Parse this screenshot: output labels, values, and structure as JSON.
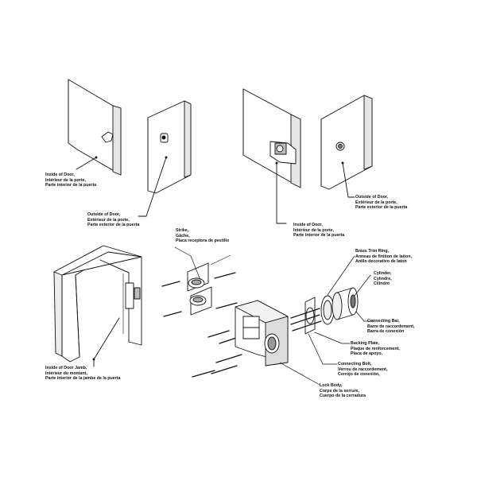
{
  "labels": {
    "inside_door_1": [
      "Inside of Door,",
      "Intérieur de la porte,",
      "Parte interior de la puerta"
    ],
    "outside_door_1": [
      "Outside of Door,",
      "Extérieur de la porte,",
      "Parte exterior de la puerta"
    ],
    "inside_door_2": [
      "Inside of Door,",
      "Intérieur de la porte,",
      "Parte interior de la puerta"
    ],
    "outside_door_2": [
      "Outside of Door,",
      "Extérieur de la porte,",
      "Parte exterior de la puerta"
    ],
    "strike": [
      "Strike,",
      "Gâche,",
      "Placa receptora de pestillo"
    ],
    "door_jamb": [
      "Inside of Door Jamb,",
      "Intérieur du montant,",
      "Parte interior de la jambe de la puerta"
    ],
    "trim_ring": [
      "Brass Trim Ring,",
      "Anneau de finition de laiton,",
      "Anillo decorativo de laton"
    ],
    "cylinder": [
      "Cylinder,",
      "Cylindre,",
      "Cilindro"
    ],
    "connecting_bar": [
      "Connecting Bar,",
      "Barre de raccordement,",
      "Barra de conexión"
    ],
    "backing_plate": [
      "Backing Plate,",
      "Plaque de renforcement,",
      "Placa de apoyo,"
    ],
    "connecting_bolt": [
      "Connecting Bolt,",
      "Verrou de raccordement,",
      "Cerrojo de conexión,"
    ],
    "lock_body": [
      "Lock Body,",
      "Corps de la serrure,",
      "Cuerpo de la cerradura"
    ]
  }
}
